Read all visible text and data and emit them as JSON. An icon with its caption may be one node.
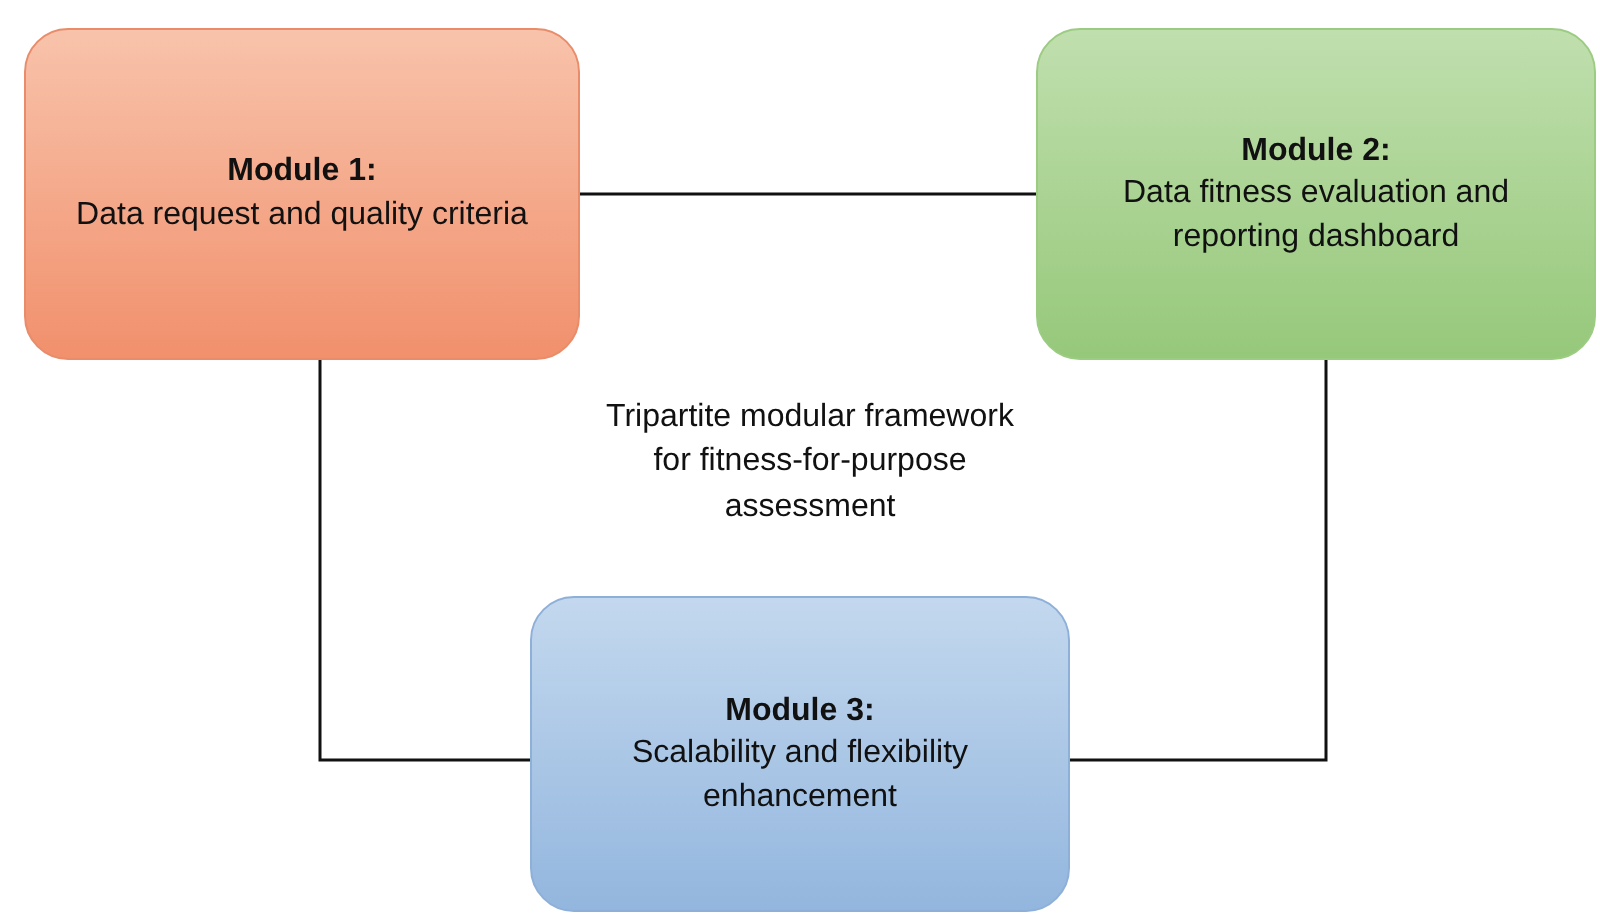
{
  "diagram": {
    "nodes": [
      {
        "text": [
          "Module 1:",
          "Data request and quality criteria"
        ]
      },
      {
        "text": [
          "Module 2:",
          "Data fitness evaluation and reporting dashboard"
        ]
      },
      {
        "text": [
          "Module 3:",
          "Scalability and flexibility enhancement"
        ]
      }
    ],
    "edges": [
      {
        "from": 0,
        "to": 1,
        "arrow": "none"
      },
      {
        "from": 0,
        "to": 2,
        "arrow": "none"
      },
      {
        "from": 1,
        "to": 2,
        "arrow": "none"
      }
    ],
    "labels": [
      "Tripartite modular framework for fitness-for-purpose assessment"
    ]
  }
}
